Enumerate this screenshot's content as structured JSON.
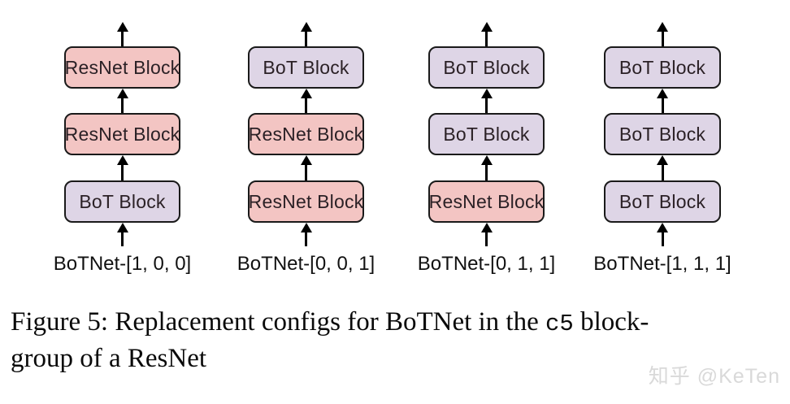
{
  "figure": {
    "columns": [
      {
        "label": "BoTNet-[1, 0, 0]",
        "blocks": [
          {
            "label": "ResNet Block",
            "type": "resnet"
          },
          {
            "label": "ResNet Block",
            "type": "resnet"
          },
          {
            "label": "BoT Block",
            "type": "bot"
          }
        ]
      },
      {
        "label": "BoTNet-[0, 0, 1]",
        "blocks": [
          {
            "label": "BoT Block",
            "type": "bot"
          },
          {
            "label": "ResNet Block",
            "type": "resnet"
          },
          {
            "label": "ResNet Block",
            "type": "resnet"
          }
        ]
      },
      {
        "label": "BoTNet-[0, 1, 1]",
        "blocks": [
          {
            "label": "BoT Block",
            "type": "bot"
          },
          {
            "label": "BoT Block",
            "type": "bot"
          },
          {
            "label": "ResNet Block",
            "type": "resnet"
          }
        ]
      },
      {
        "label": "BoTNet-[1, 1, 1]",
        "blocks": [
          {
            "label": "BoT Block",
            "type": "bot"
          },
          {
            "label": "BoT Block",
            "type": "bot"
          },
          {
            "label": "BoT Block",
            "type": "bot"
          }
        ]
      }
    ]
  },
  "colors": {
    "resnet_block_fill": "#f3c5c3",
    "bot_block_fill": "#ded5e6",
    "block_border": "#1a1a1a",
    "arrow": "#000000",
    "watermark_text": "#d9d9d9"
  },
  "caption": {
    "line1_prefix": "Figure 5: Replacement configs for BoTNet in the ",
    "line1_code": "c5",
    "line1_suffix": " block-",
    "line2": "group of a ResNet"
  },
  "watermark": "知乎 @KeTen"
}
